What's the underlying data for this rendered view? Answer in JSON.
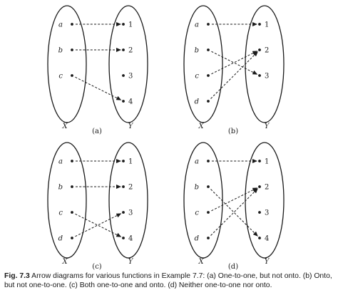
{
  "panels": [
    {
      "label": "(a)",
      "domain_label": "X",
      "codomain_label": "Y",
      "domain": [
        "a",
        "b",
        "c"
      ],
      "codomain": [
        "1",
        "2",
        "3",
        "4"
      ],
      "mapping": [
        [
          "a",
          "1"
        ],
        [
          "b",
          "2"
        ],
        [
          "c",
          "4"
        ]
      ]
    },
    {
      "label": "(b)",
      "domain_label": "X",
      "codomain_label": "Y",
      "domain": [
        "a",
        "b",
        "c",
        "d"
      ],
      "codomain": [
        "1",
        "2",
        "3"
      ],
      "mapping": [
        [
          "a",
          "1"
        ],
        [
          "b",
          "3"
        ],
        [
          "c",
          "2"
        ],
        [
          "d",
          "2"
        ]
      ]
    },
    {
      "label": "(c)",
      "domain_label": "X",
      "codomain_label": "Y",
      "domain": [
        "a",
        "b",
        "c",
        "d"
      ],
      "codomain": [
        "1",
        "2",
        "3",
        "4"
      ],
      "mapping": [
        [
          "a",
          "1"
        ],
        [
          "b",
          "2"
        ],
        [
          "c",
          "4"
        ],
        [
          "d",
          "3"
        ]
      ]
    },
    {
      "label": "(d)",
      "domain_label": "X",
      "codomain_label": "Y",
      "domain": [
        "a",
        "b",
        "c",
        "d"
      ],
      "codomain": [
        "1",
        "2",
        "3",
        "4"
      ],
      "mapping": [
        [
          "a",
          "1"
        ],
        [
          "b",
          "4"
        ],
        [
          "c",
          "2"
        ],
        [
          "d",
          "2"
        ]
      ]
    }
  ],
  "caption": {
    "label": "Fig. 7.3",
    "text": "Arrow diagrams for various functions in Example 7.7: (a) One-to-one, but not onto. (b) Onto, but not one-to-one. (c) Both one-to-one and onto. (d) Neither one-to-one nor onto."
  }
}
